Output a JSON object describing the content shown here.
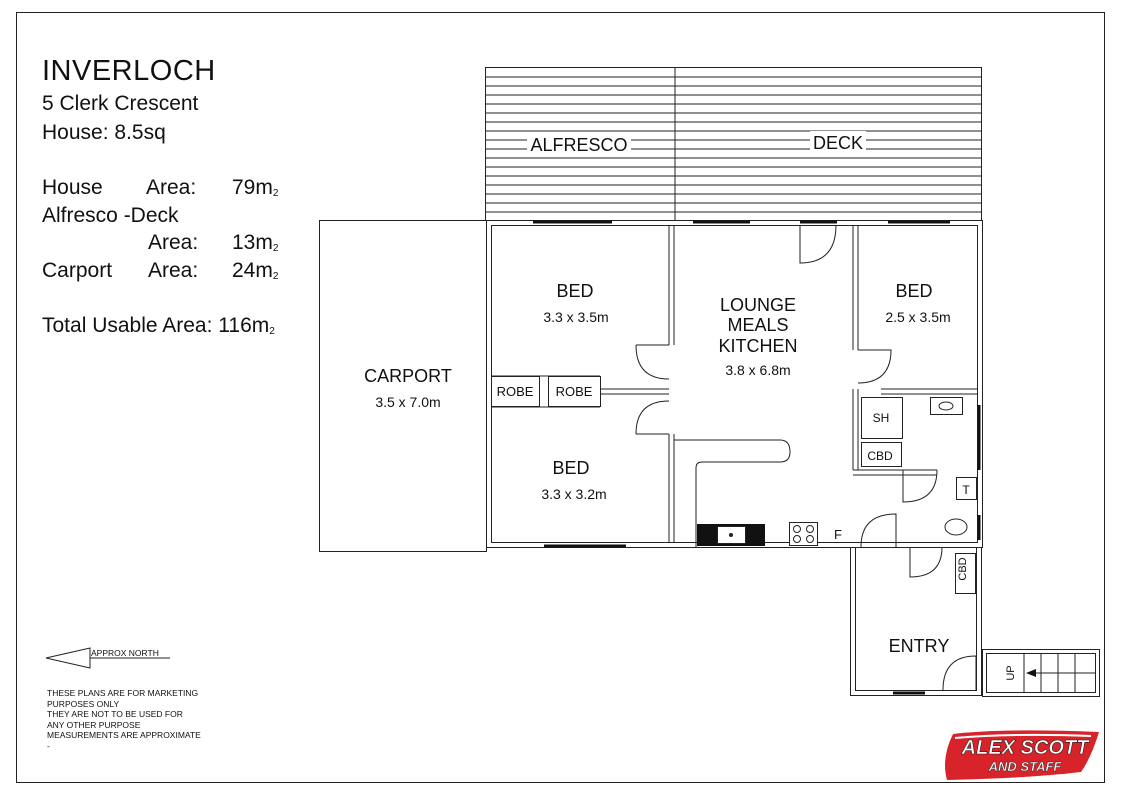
{
  "title": "INVERLOCH",
  "address": "5 Clerk Crescent",
  "house_size": "House:  8.5sq",
  "areas": {
    "house_label": "House",
    "house_area_word": "Area:",
    "house_value": "79m",
    "alfresco_label": "Alfresco -Deck",
    "alfresco_area_word": "Area:",
    "alfresco_value": "13m",
    "carport_label": "Carport",
    "carport_area_word": "Area:",
    "carport_value": "24m",
    "total_label": "Total Usable Area: 116m",
    "superscript": "2"
  },
  "rooms": {
    "alfresco": "ALFRESCO",
    "deck": "DECK",
    "carport": "CARPORT",
    "carport_dim": "3.5 x 7.0m",
    "bed1": "BED",
    "bed1_dim": "3.3 x 3.5m",
    "bed2": "BED",
    "bed2_dim": "3.3 x 3.2m",
    "bed3": "BED",
    "bed3_dim": "2.5 x 3.5m",
    "lounge_1": "LOUNGE",
    "lounge_2": "MEALS",
    "lounge_3": "KITCHEN",
    "lounge_dim": "3.8 x 6.8m",
    "robe_1": "ROBE",
    "robe_2": "ROBE",
    "shower": "SH",
    "cbd_1": "CBD",
    "cbd_2": "CBD",
    "toilet": "T",
    "fridge": "F",
    "entry": "ENTRY",
    "stairs_up": "UP"
  },
  "north_label": "APPROX  NORTH",
  "disclaimer": "THESE PLANS ARE FOR MARKETING\nPURPOSES ONLY\nTHEY ARE NOT TO BE USED FOR\nANY OTHER PURPOSE\nMEASUREMENTS ARE APPROXIMATE\n-",
  "logo": {
    "line1": "ALEX SCOTT",
    "line2": "AND STAFF",
    "color": "#d8232a"
  }
}
